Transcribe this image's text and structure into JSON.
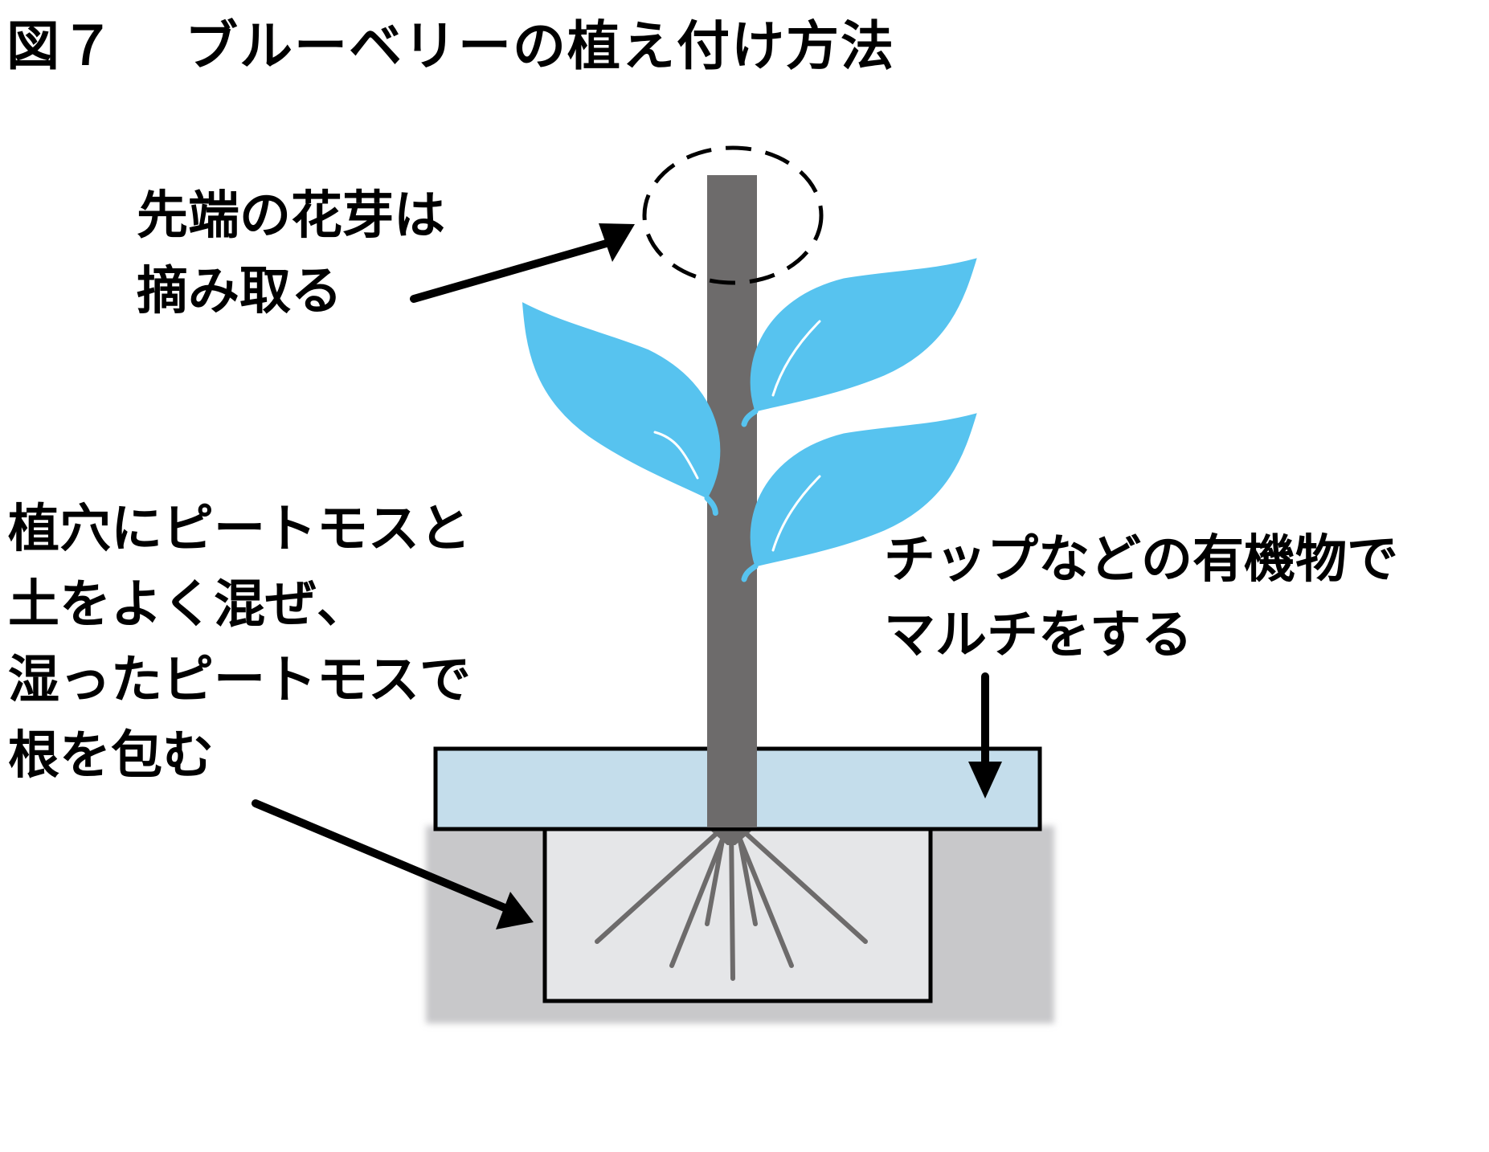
{
  "title": {
    "figure_number": "図７",
    "text": "ブルーベリーの植え付け方法"
  },
  "labels": {
    "tip": [
      "先端の花芽は",
      "摘み取る"
    ],
    "soil": [
      "植穴にピートモスと",
      "土をよく混ぜ、",
      "湿ったピートモスで",
      "根を包む"
    ],
    "mulch": [
      "チップなどの有機物で",
      "マルチをする"
    ]
  },
  "colors": {
    "stem": "#6d6b6b",
    "leaf": "#57c3ef",
    "mulch": "#c4ddeb",
    "planting_hole": "#e5e6e8",
    "ground": "#c8c8ca",
    "root": "#6d6b6b",
    "outline": "#000000"
  }
}
